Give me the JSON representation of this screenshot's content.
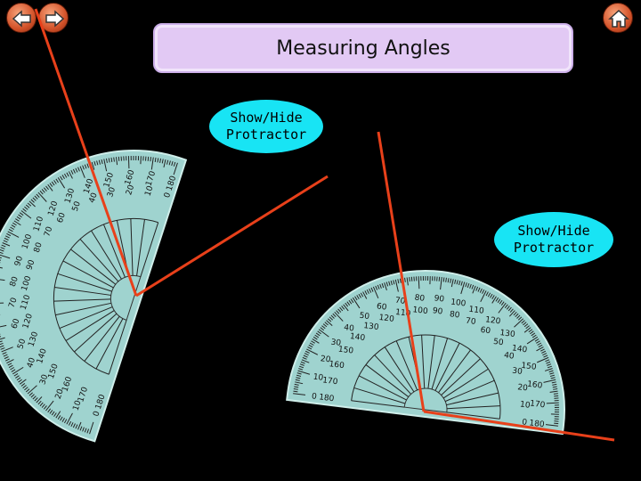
{
  "title": "Measuring Angles",
  "toggles": [
    {
      "label": "Show/Hide\nProtractor"
    },
    {
      "label": "Show/Hide\nProtractor"
    }
  ],
  "nav": {
    "back": "back-arrow-icon",
    "forward": "forward-arrow-icon",
    "home": "home-icon"
  },
  "colors": {
    "background": "#000000",
    "protractor": "#9fd3cf",
    "rays": "#e8401a",
    "toggle": "#18e4f4",
    "title_box": "#e2c9f4"
  }
}
